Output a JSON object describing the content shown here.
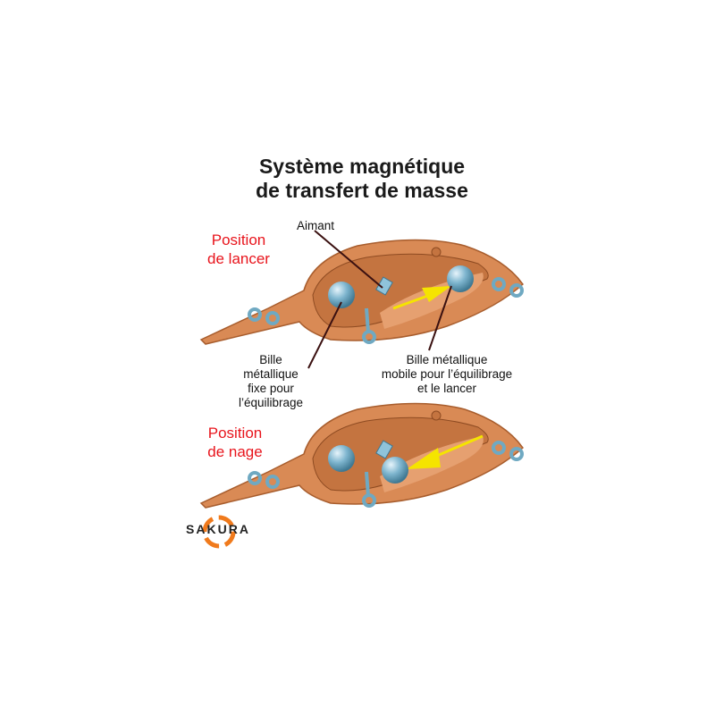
{
  "title": [
    "Système magnétique",
    "de transfert de masse"
  ],
  "positions": {
    "cast": [
      "Position",
      "de lancer"
    ],
    "swim": [
      "Position",
      "de nage"
    ]
  },
  "labels": {
    "magnet": "Aimant",
    "fixed_ball": [
      "Bille",
      "métallique",
      "fixe pour",
      "l’équilibrage"
    ],
    "mobile_ball": [
      "Bille métallique",
      "mobile pour l’équilibrage",
      "et le lancer"
    ]
  },
  "logo": {
    "text": "SAKURA"
  },
  "colors": {
    "body": "#d98a55",
    "interior": "#c47440",
    "ball": "#7fb6cf",
    "arrow": "#f5e400",
    "accent_red": "#e8141c"
  }
}
